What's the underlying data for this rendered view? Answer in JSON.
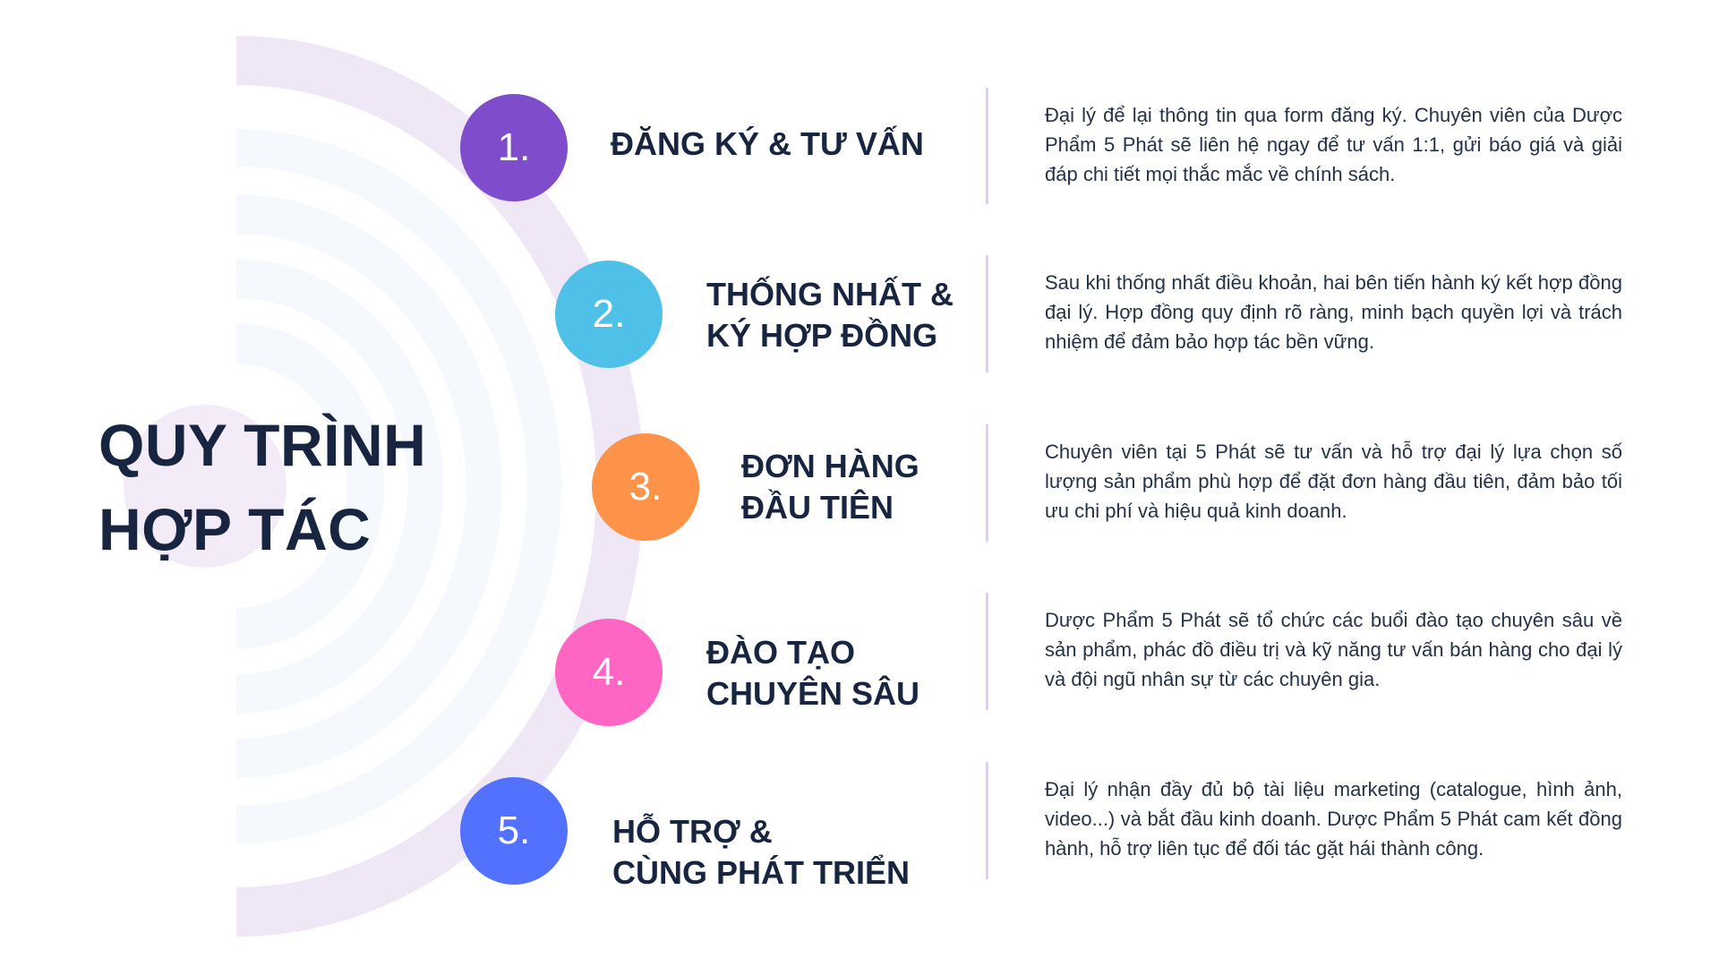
{
  "title": {
    "line1": "QUY TRÌNH",
    "line2": "HỢP TÁC"
  },
  "colors": {
    "arc": "#efe6f6",
    "rings": "#f5f9fd",
    "title": "#172540"
  },
  "steps": [
    {
      "number": "1.",
      "color": "#7f4ccc",
      "title_lines": [
        "ĐĂNG KÝ & TƯ VẤN"
      ],
      "description": "Đại lý để lại thông tin qua form đăng ký. Chuyên viên của Dược Phẩm 5 Phát sẽ liên hệ ngay để tư vấn 1:1, gửi báo giá và giải đáp chi tiết mọi thắc mắc về chính sách."
    },
    {
      "number": "2.",
      "color": "#4fc0e8",
      "title_lines": [
        "THỐNG NHẤT &",
        "KÝ HỢP ĐỒNG"
      ],
      "description": "Sau khi thống nhất điều khoản, hai bên tiến hành ký kết hợp đồng đại lý. Hợp đồng quy định rõ ràng, minh bạch quyền lợi và trách nhiệm để đảm bảo hợp tác bền vững."
    },
    {
      "number": "3.",
      "color": "#fd9349",
      "title_lines": [
        "ĐƠN HÀNG",
        "ĐẦU TIÊN"
      ],
      "description": "Chuyên viên tại 5 Phát sẽ tư vấn và hỗ trợ đại lý lựa chọn số lượng sản phẩm phù hợp để đặt đơn hàng đầu tiên, đảm bảo tối ưu chi phí và hiệu quả kinh doanh."
    },
    {
      "number": "4.",
      "color": "#ff66c4",
      "title_lines": [
        "ĐÀO TẠO",
        "CHUYÊN SÂU"
      ],
      "description": "Dược Phẩm 5 Phát sẽ tổ chức các buổi đào tạo chuyên sâu về sản phẩm, phác đồ điều trị và kỹ năng tư vấn bán hàng cho đại lý và đội ngũ nhân sự từ các chuyên gia."
    },
    {
      "number": "5.",
      "color": "#5271ff",
      "title_lines": [
        "HỖ TRỢ &",
        "CÙNG PHÁT TRIỂN"
      ],
      "description": "Đại lý nhận đầy đủ bộ tài liệu marketing (catalogue, hình ảnh, video...) và bắt đầu kinh doanh. Dược Phẩm 5 Phát cam kết đồng hành, hỗ trợ liên tục để đối tác gặt hái thành công."
    }
  ]
}
